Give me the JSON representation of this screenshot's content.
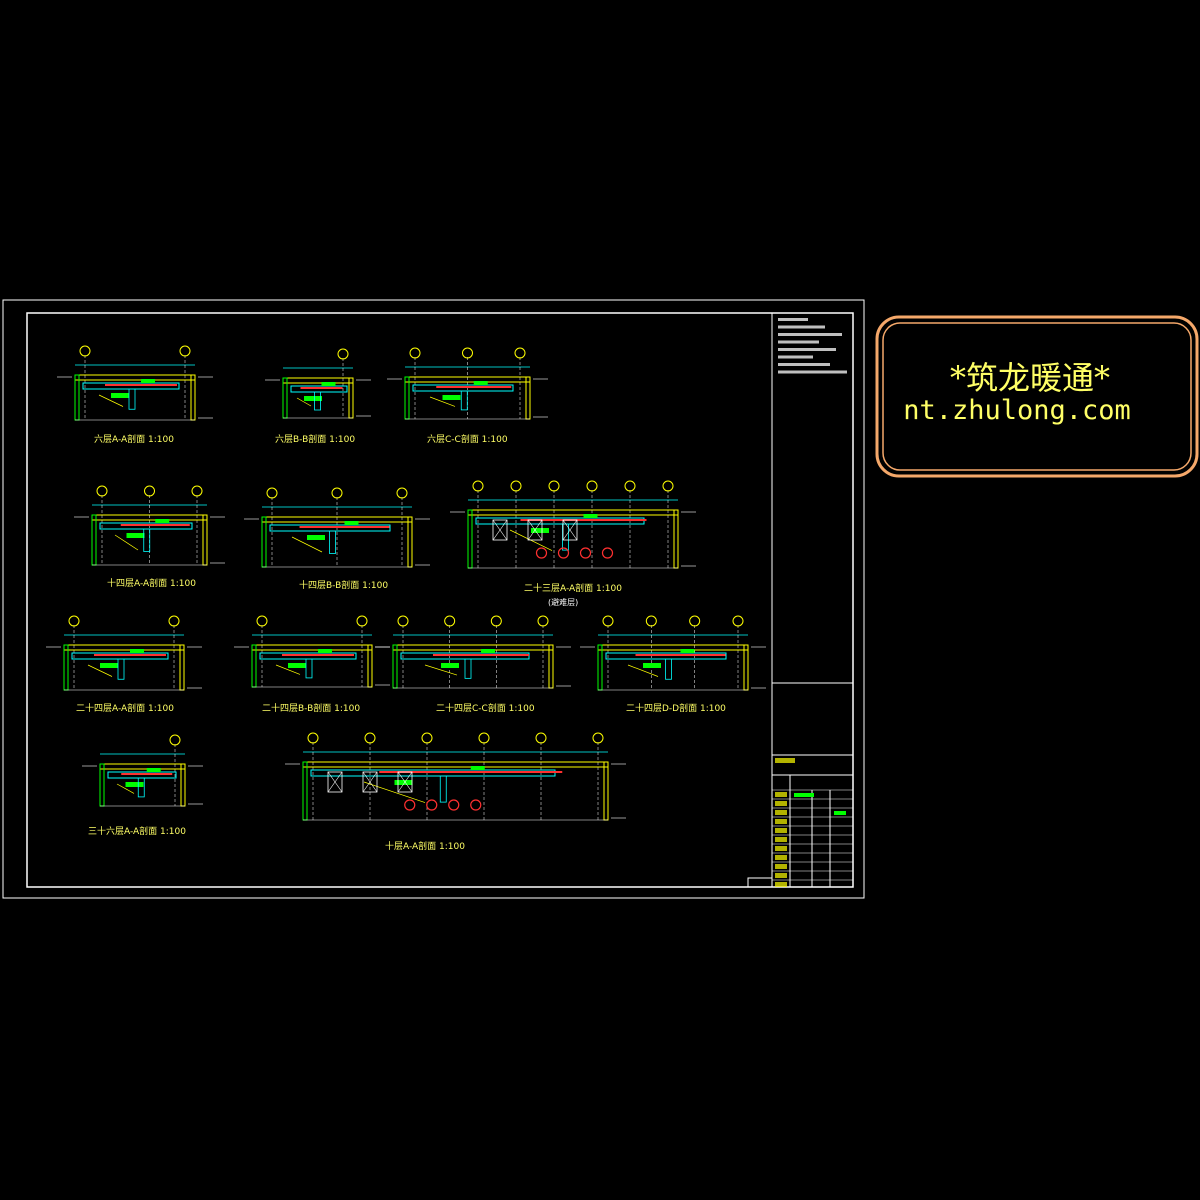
{
  "sheet": {
    "section_titles": [
      "六层A-A剖面 1:100",
      "六层B-B剖面 1:100",
      "六层C-C剖面 1:100",
      "十四层A-A剖面 1:100",
      "十四层B-B剖面 1:100",
      "二十三层A-A剖面 1:100",
      "二十四层A-A剖面 1:100",
      "二十四层B-B剖面 1:100",
      "二十四层C-C剖面 1:100",
      "二十四层D-D剖面 1:100",
      "三十六层A-A剖面 1:100",
      "十层A-A剖面 1:100"
    ],
    "section_subtitle": "(避难层)"
  },
  "watermark": {
    "line1": "*筑龙暖通*",
    "line2": "nt.zhulong.com"
  },
  "colors": {
    "background": "#000000",
    "frame": "#ffffff",
    "title": "#ffff66",
    "duct": "#00ffff",
    "pipe_red": "#ff3030",
    "label_green": "#00ff00",
    "wall": "#ffff00",
    "watermark_border": "#f5a86a"
  }
}
